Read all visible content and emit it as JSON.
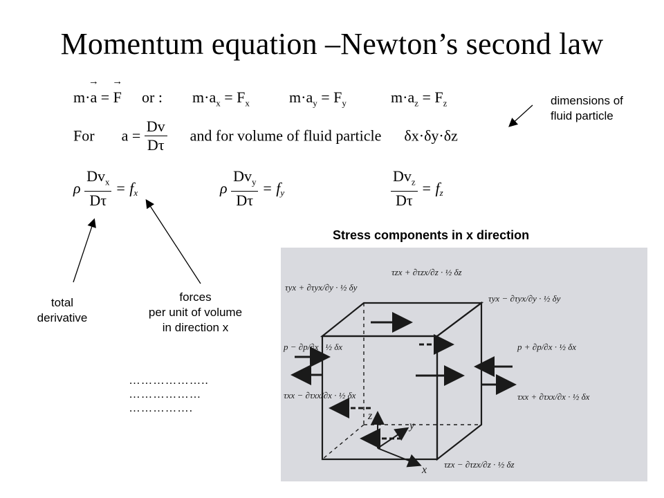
{
  "title": "Momentum equation –Newton’s second law",
  "eq_row1": {
    "m": "m",
    "dot": "·",
    "a": "a",
    "eq": "=",
    "F": "F",
    "or": "or :",
    "ax": "m·a",
    "ax_sub": "x",
    "Fx": "= F",
    "Fx_sub": "x",
    "ay": "m·a",
    "ay_sub": "y",
    "Fy": "= F",
    "Fy_sub": "y",
    "az": "m·a",
    "az_sub": "z",
    "Fz": "= F",
    "Fz_sub": "z"
  },
  "eq_row2": {
    "for": "For",
    "a_eq": "a =",
    "num": "Dv",
    "den": "Dτ",
    "text": "and for volume of fluid particle",
    "vol": "δx·δy·δz"
  },
  "eq_row3": {
    "rho": "ρ",
    "x_num": "Dv",
    "x_sub": "x",
    "den": "Dτ",
    "x_rhs": "= f",
    "x_rhs_sub": "x",
    "y_num": "Dv",
    "y_sub": "y",
    "y_rhs": "= f",
    "y_rhs_sub": "y",
    "z_num": "Dv",
    "z_sub": "z",
    "z_rhs": "= f",
    "z_rhs_sub": "z"
  },
  "notes": {
    "dimensions": [
      "dimensions of",
      "fluid particle"
    ],
    "total": [
      "total",
      "derivative"
    ],
    "forces": [
      "forces",
      "per unit of volume",
      "in direction x"
    ],
    "dots": [
      "………………..",
      "………………",
      "……………."
    ]
  },
  "stress_title": "Stress components in x direction",
  "figure": {
    "labels": {
      "tyx_top": "τyx + ∂τyx/∂y · ½ δy",
      "tzx_top": "τzx + ∂τzx/∂z · ½ δz",
      "tyx_right": "τyx − ∂τyx/∂y · ½ δy",
      "p_left": "p − ∂p/∂x · ½ δx",
      "p_right": "p + ∂p/∂x · ½ δx",
      "txx_left": "τxx − ∂τxx/∂x · ½ δx",
      "txx_right": "τxx + ∂τxx/∂x · ½ δx",
      "tzx_bottom": "τzx − ∂τzx/∂z · ½ δz",
      "axis_x": "x",
      "axis_y": "y",
      "axis_z": "z"
    },
    "background_color": "#d9dadf",
    "line_color": "#1a1a1a"
  }
}
